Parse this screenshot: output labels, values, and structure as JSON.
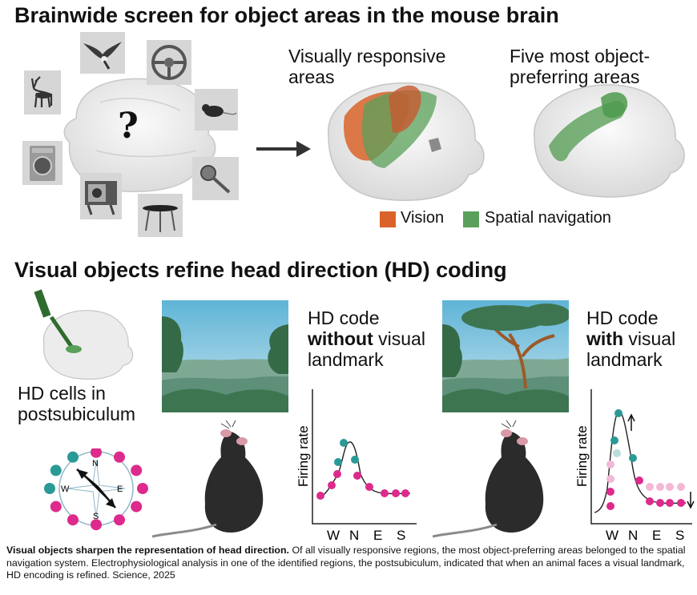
{
  "top_title": "Brainwide screen for object areas in the mouse brain",
  "panel_visual_title": [
    "Visually responsive",
    "areas"
  ],
  "panel_object_title": [
    "Five most object-",
    "preferring areas"
  ],
  "question_mark": "?",
  "legend": [
    {
      "label": "Vision",
      "color": "#d9632a"
    },
    {
      "label": "Spatial navigation",
      "color": "#5aa05a"
    }
  ],
  "bottom_title": "Visual objects refine head direction (HD) coding",
  "hd_cells_label": [
    "HD cells in",
    "postsubiculum"
  ],
  "compass": {
    "north": "N",
    "east": "E",
    "south": "S",
    "west": "W"
  },
  "hd_without": {
    "line1": "HD code",
    "bold": "without",
    "rest": " visual",
    "line3": "landmark"
  },
  "hd_with": {
    "line1": "HD code",
    "bold": "with",
    "rest": " visual",
    "line3": "landmark"
  },
  "plot_ylabel": "Firing rate",
  "plot_xticks": [
    "W",
    "N",
    "E",
    "S"
  ],
  "colors": {
    "teal": "#2a9a96",
    "magenta": "#dd2a8c",
    "magenta_light": "#f2b8d6",
    "teal_light": "#b8dedc"
  },
  "caption": {
    "bold": "Visual objects sharpen the representation of head direction.",
    "text": " Of all visually responsive regions, the most object-preferring areas belonged to the spatial navigation system. Electrophysiological analysis in one of the identified regions, the postsubiculum, indicated that when an animal faces a visual landmark, HD encoding is refined. Science, 2025"
  }
}
